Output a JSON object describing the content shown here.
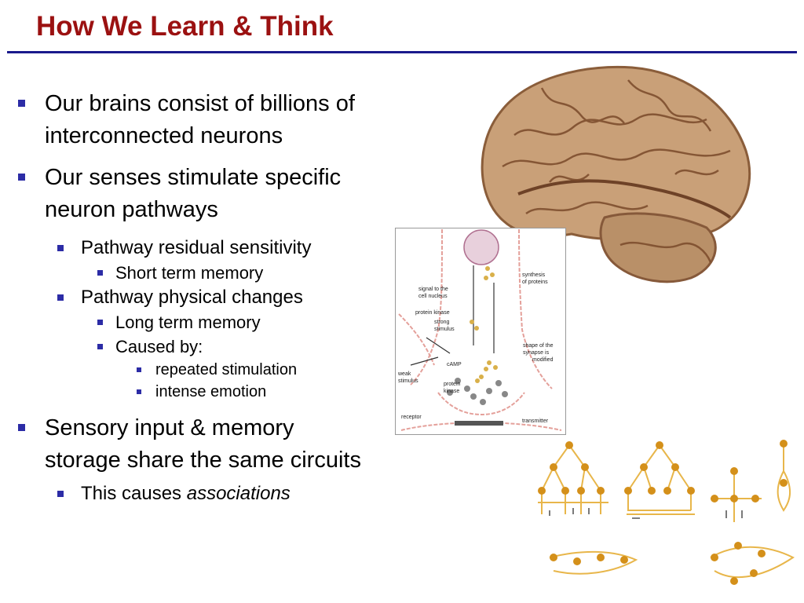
{
  "slide": {
    "title": "How We Learn & Think"
  },
  "bullets": {
    "b1": "Our brains consist of billions of interconnected neurons",
    "b2": "Our senses stimulate specific neuron pathways",
    "b2_1": "Pathway residual sensitivity",
    "b2_1_1": "Short term memory",
    "b2_2": "Pathway physical changes",
    "b2_2_1": "Long term memory",
    "b2_2_2": "Caused by:",
    "b2_2_2_1": "repeated stimulation",
    "b2_2_2_2": "intense emotion",
    "b3": "Sensory input & memory storage share the same circuits",
    "b3_1_prefix": "This causes ",
    "b3_1_em": "associations"
  },
  "synapse_diagram": {
    "labels": {
      "signal": [
        "signal to the",
        "cell nucleus"
      ],
      "synthesis": [
        "synthesis",
        "of proteins"
      ],
      "protein_kinase_top": "protein kinase",
      "strong": [
        "strong",
        "stimulus"
      ],
      "shape": [
        "shape of the",
        "synapse is",
        "modified"
      ],
      "camp": "cAMP",
      "weak": [
        "weak",
        "stimulus"
      ],
      "protein_kinase_low": [
        "protein",
        "kinase"
      ],
      "receptor": "receptor",
      "transmitter": "transmitter"
    }
  },
  "colors": {
    "title": "#9b1111",
    "rule": "#1a1a8c",
    "bullet": "#2c2ca6",
    "neuron": "#e8b64a",
    "synapse_outline": "#e4a09a"
  }
}
